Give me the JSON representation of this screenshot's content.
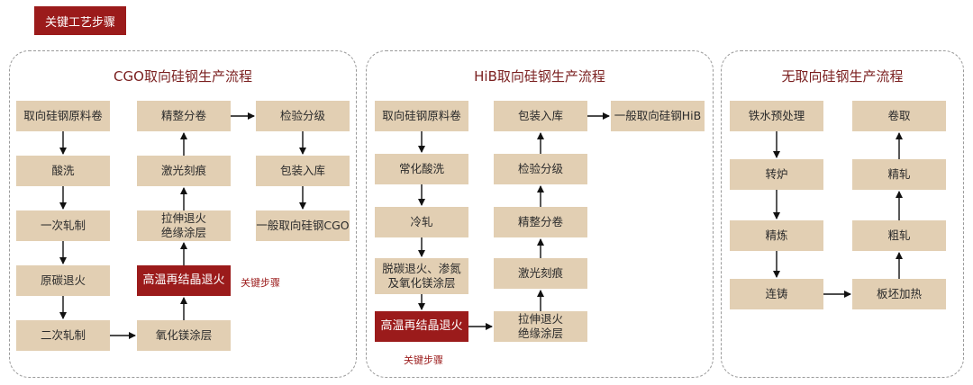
{
  "header": {
    "label": "关键工艺步骤"
  },
  "panels": {
    "cgo": {
      "title": "CGO取向硅钢生产流程",
      "nodes": {
        "raw": "取向硅钢原料卷",
        "pickle": "酸洗",
        "roll1": "一次轧制",
        "decarb": "原碳退火",
        "roll2": "二次轧制",
        "mgo": "氧化镁涂层",
        "hta": "高温再结晶退火",
        "stretch": "拉伸退火\n绝缘涂层",
        "laser": "激光刻痕",
        "finish": "精整分卷",
        "inspect": "检验分级",
        "pack": "包装入库",
        "product": "一般取向硅钢CGO"
      },
      "key_note": "关键步骤"
    },
    "hib": {
      "title": "HiB取向硅钢生产流程",
      "nodes": {
        "raw": "取向硅钢原料卷",
        "normpickle": "常化酸洗",
        "coldroll": "冷轧",
        "decarb": "脱碳退火、渗氮\n及氧化镁涂层",
        "hta": "高温再结晶退火",
        "stretch": "拉伸退火\n绝缘涂层",
        "laser": "激光刻痕",
        "finish": "精整分卷",
        "inspect": "检验分级",
        "pack": "包装入库",
        "product": "一般取向硅钢HiB"
      },
      "key_note": "关键步骤"
    },
    "non": {
      "title": "无取向硅钢生产流程",
      "nodes": {
        "iron": "铁水预处理",
        "converter": "转炉",
        "refine": "精炼",
        "cast": "连铸",
        "heat": "板坯加热",
        "rough": "粗轧",
        "finishroll": "精轧",
        "coil": "卷取"
      }
    }
  }
}
